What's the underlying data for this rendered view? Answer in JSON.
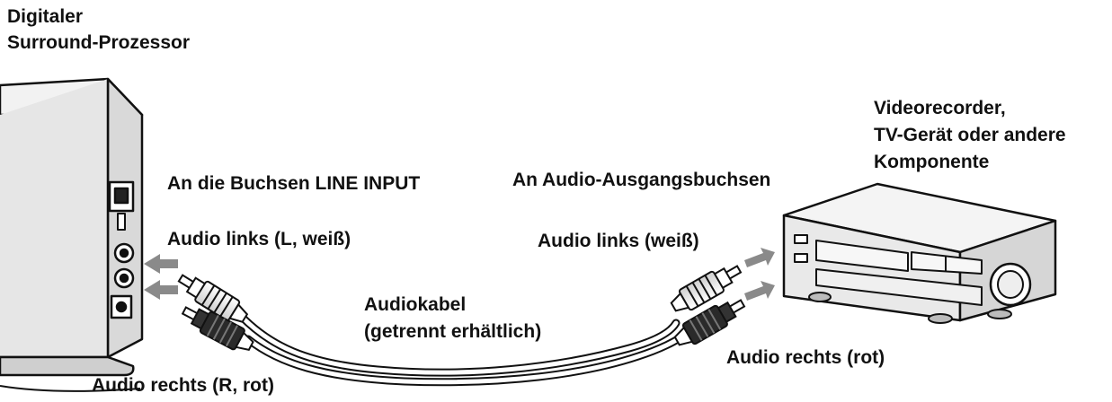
{
  "labels": {
    "processor_line1": "Digitaler",
    "processor_line2": "Surround-Prozessor",
    "video_line1": "Videorecorder,",
    "video_line2": "TV-Gerät oder andere",
    "video_line3": "Komponente",
    "line_input": "An die Buchsen LINE INPUT",
    "audio_out": "An Audio-Ausgangsbuchsen",
    "left_in": "Audio links (L, weiß)",
    "left_out": "Audio links (weiß)",
    "cable_line1": "Audiokabel",
    "cable_line2": "(getrennt erhältlich)",
    "right_out": "Audio rechts (rot)",
    "right_in": "Audio rechts (R, rot)"
  }
}
